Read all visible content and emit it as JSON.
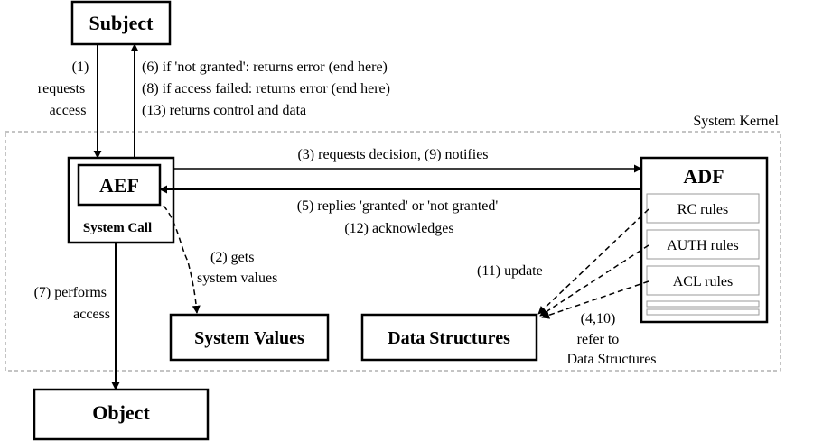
{
  "kernel_label": "System Kernel",
  "nodes": {
    "subject": "Subject",
    "aef": "AEF",
    "system_call": "System Call",
    "adf": "ADF",
    "system_values": "System Values",
    "data_structures": "Data Structures",
    "object": "Object"
  },
  "rules": {
    "rc": "RC rules",
    "auth": "AUTH rules",
    "acl": "ACL rules"
  },
  "labels": {
    "requests_access": [
      "(1)",
      "requests",
      "access"
    ],
    "returns": [
      "(6) if 'not granted': returns error (end here)",
      "(8) if access failed: returns error (end here)",
      "(13) returns control and data"
    ],
    "requests_decision": "(3) requests decision, (9) notifies",
    "replies": [
      "(5) replies 'granted' or 'not granted'",
      "(12) acknowledges"
    ],
    "gets_values": [
      "(2) gets",
      "system values"
    ],
    "performs_access": [
      "(7) performs",
      "access"
    ],
    "update": "(11) update",
    "refer": [
      "(4,10)",
      "refer to",
      "Data Structures"
    ]
  }
}
